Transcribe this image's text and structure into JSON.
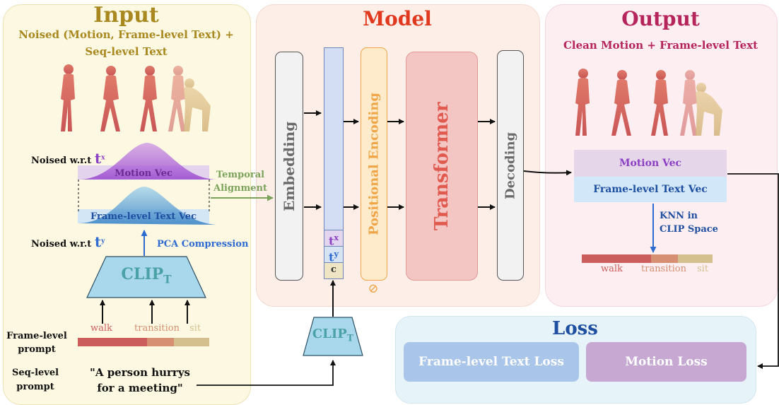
{
  "input": {
    "title": "Input",
    "subtitle_line1": "Noised (Motion, Frame-level Text) +",
    "subtitle_line2": "Seq-level Text",
    "noised_x_label": "Noised w.r.t",
    "noised_y_label": "Noised w.r.t",
    "t_symbol": "t",
    "x_sup": "x",
    "y_sup": "y",
    "motion_vec": "Motion Vec",
    "frame_text_vec": "Frame-level Text Vec",
    "pca": "PCA Compression",
    "clip": "CLIP",
    "clip_sub": "T",
    "words": [
      "walk",
      "transition",
      "sit"
    ],
    "frame_prompt_line1": "Frame-level",
    "frame_prompt_line2": "prompt",
    "seq_prompt_line1": "Seq-level",
    "seq_prompt_line2": "prompt",
    "seq_text_line1": "\"A person hurrys",
    "seq_text_line2": "for a meeting\""
  },
  "temporal": {
    "line1": "Temporal",
    "line2": "Alignment"
  },
  "model": {
    "title": "Model",
    "embedding": "Embedding",
    "positional": "Positional Encoding",
    "transformer": "Transformer",
    "decoding": "Decoding",
    "tok_t": "t",
    "tok_x": "x",
    "tok_y": "y",
    "tok_c": "c",
    "null_symbol": "⊘",
    "clip": "CLIP",
    "clip_sub": "T"
  },
  "output": {
    "title": "Output",
    "subtitle": "Clean Motion + Frame-level Text",
    "motion_vec": "Motion Vec",
    "frame_text_vec": "Frame-level Text Vec",
    "knn_line1": "KNN in",
    "knn_line2": "CLIP Space",
    "words": [
      "walk",
      "transition",
      "sit"
    ]
  },
  "loss": {
    "title": "Loss",
    "frame_loss": "Frame-level Text Loss",
    "motion_loss": "Motion Loss"
  },
  "colors": {
    "input_bg": "#fcf8e1",
    "model_bg": "#fdeee8",
    "output_bg": "#fdeef1",
    "loss_bg": "#e6f3f9",
    "input_title": "#a8881f",
    "model_title": "#e0391e",
    "output_title": "#b5245a",
    "walk": "#cc5d5d",
    "transition": "#d68f72",
    "sit": "#d4c08e",
    "clip_fill": "#a9d8ec",
    "clip_text": "#4ba2a6",
    "motion_purple": "#8b3fc3",
    "text_blue": "#2d6bd1",
    "temporal_green": "#7ca35b",
    "positional_orange": "#f0a547"
  }
}
